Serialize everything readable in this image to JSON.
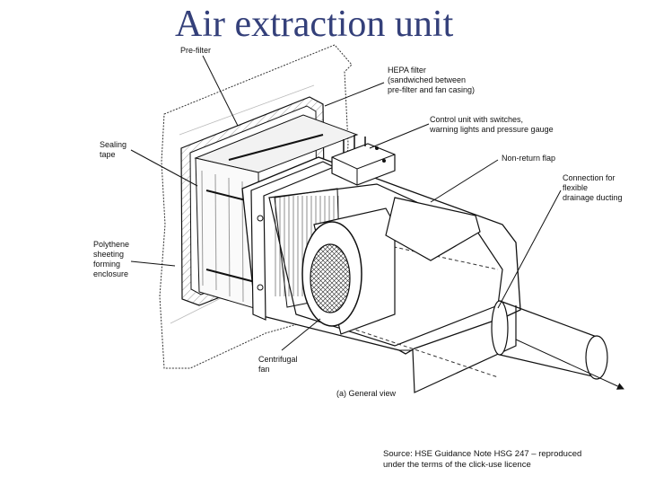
{
  "title": "Air extraction unit",
  "labels": {
    "prefilter": [
      "Pre-filter"
    ],
    "hepa": [
      "HEPA filter",
      "(sandwiched between",
      "pre-filter and fan casing)"
    ],
    "control": [
      "Control unit with switches,",
      "warning lights and pressure gauge"
    ],
    "sealing": [
      "Sealing",
      "tape"
    ],
    "nonreturn": [
      "Non-return flap"
    ],
    "connection": [
      "Connection for",
      "flexible",
      "drainage ducting"
    ],
    "polythene": [
      "Polythene",
      "sheeting",
      "forming",
      "enclosure"
    ],
    "fan": [
      "Centrifugal",
      "fan"
    ],
    "caption": [
      "(a) General view"
    ]
  },
  "source": {
    "line1": "Source: HSE Guidance Note HSG 247 – reproduced",
    "line2": "under the terms of the click-use licence"
  }
}
